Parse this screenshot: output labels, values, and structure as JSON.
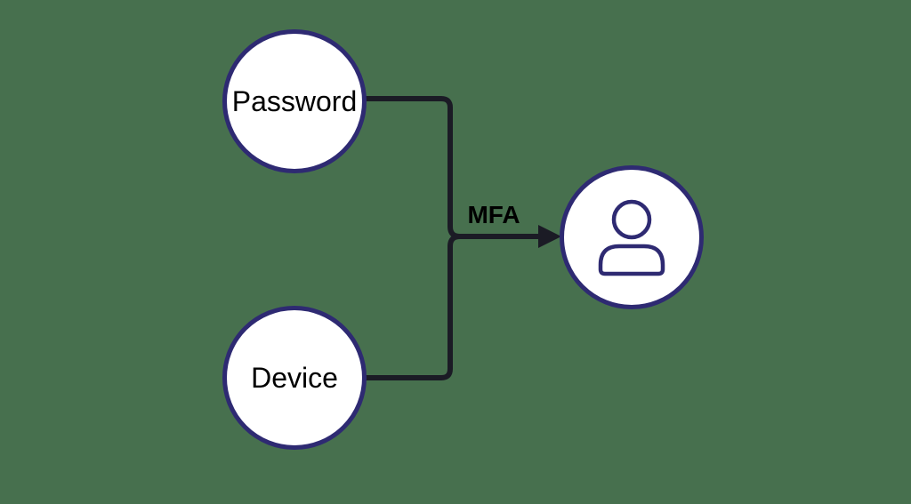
{
  "diagram": {
    "type": "flowchart",
    "background_color": "#47704e",
    "nodes": [
      {
        "id": "password",
        "label": "Password",
        "shape": "circle"
      },
      {
        "id": "device",
        "label": "Device",
        "shape": "circle"
      },
      {
        "id": "user",
        "label": "",
        "shape": "circle",
        "icon": "person-icon"
      }
    ],
    "edges": [
      {
        "from": "password",
        "to": "user",
        "label": "MFA"
      },
      {
        "from": "device",
        "to": "user",
        "label": "MFA"
      }
    ],
    "edge_label": "MFA",
    "colors": {
      "node_border": "#2e2a72",
      "node_fill": "#ffffff",
      "edge": "#1b1b25",
      "label_text": "#000000"
    }
  }
}
